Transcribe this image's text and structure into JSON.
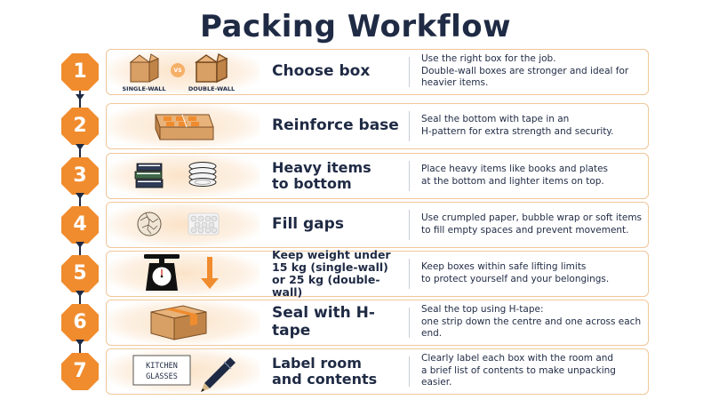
{
  "title": "Packing Workflow",
  "colors": {
    "accent": "#f08c2e",
    "navy": "#1f2a44",
    "card_border": "#f0c79a",
    "box": "#d9a066"
  },
  "steps": [
    {
      "number": "1",
      "title": "Choose box",
      "title_size": "17px",
      "desc": "Use the right box for the job.\nDouble-wall boxes are stronger and ideal for heavier items.",
      "icons": [
        "box-single-wall-icon",
        "box-double-wall-icon"
      ],
      "icon_labels": {
        "left": "SINGLE-WALL",
        "vs": "VS",
        "right": "DOUBLE-WALL"
      }
    },
    {
      "number": "2",
      "title": "Reinforce base",
      "title_size": "17px",
      "desc": "Seal the bottom with tape in an\nH-pattern for extra strength and security.",
      "icons": [
        "taped-box-base-icon"
      ]
    },
    {
      "number": "3",
      "title": "Heavy items\nto bottom",
      "title_size": "16px",
      "desc": "Place heavy items like books and plates\nat the bottom and lighter items on top.",
      "icons": [
        "books-icon",
        "plates-icon"
      ]
    },
    {
      "number": "4",
      "title": "Fill gaps",
      "title_size": "17px",
      "desc": "Use crumpled paper, bubble wrap or soft items\nto fill empty spaces and prevent movement.",
      "icons": [
        "crumpled-paper-icon",
        "bubble-wrap-icon"
      ]
    },
    {
      "number": "5",
      "title": "Keep weight under\n15 kg (single-wall)\nor 25 kg (double-wall)",
      "title_size": "12.5px",
      "desc": "Keep boxes within safe lifting limits\nto protect yourself and your belongings.",
      "icons": [
        "scale-icon",
        "down-arrow-icon"
      ]
    },
    {
      "number": "6",
      "title": "Seal with H-tape",
      "title_size": "17px",
      "desc": "Seal the top using H-tape:\none strip down the centre and one across each end.",
      "icons": [
        "sealed-box-icon"
      ]
    },
    {
      "number": "7",
      "title": "Label room\nand contents",
      "title_size": "16px",
      "desc": "Clearly label each box with the room and\na brief list of contents to make unpacking easier.",
      "icons": [
        "label-note-icon",
        "pen-icon"
      ],
      "icon_labels": {
        "line1": "KITCHEN",
        "line2": "GLASSES"
      }
    }
  ]
}
